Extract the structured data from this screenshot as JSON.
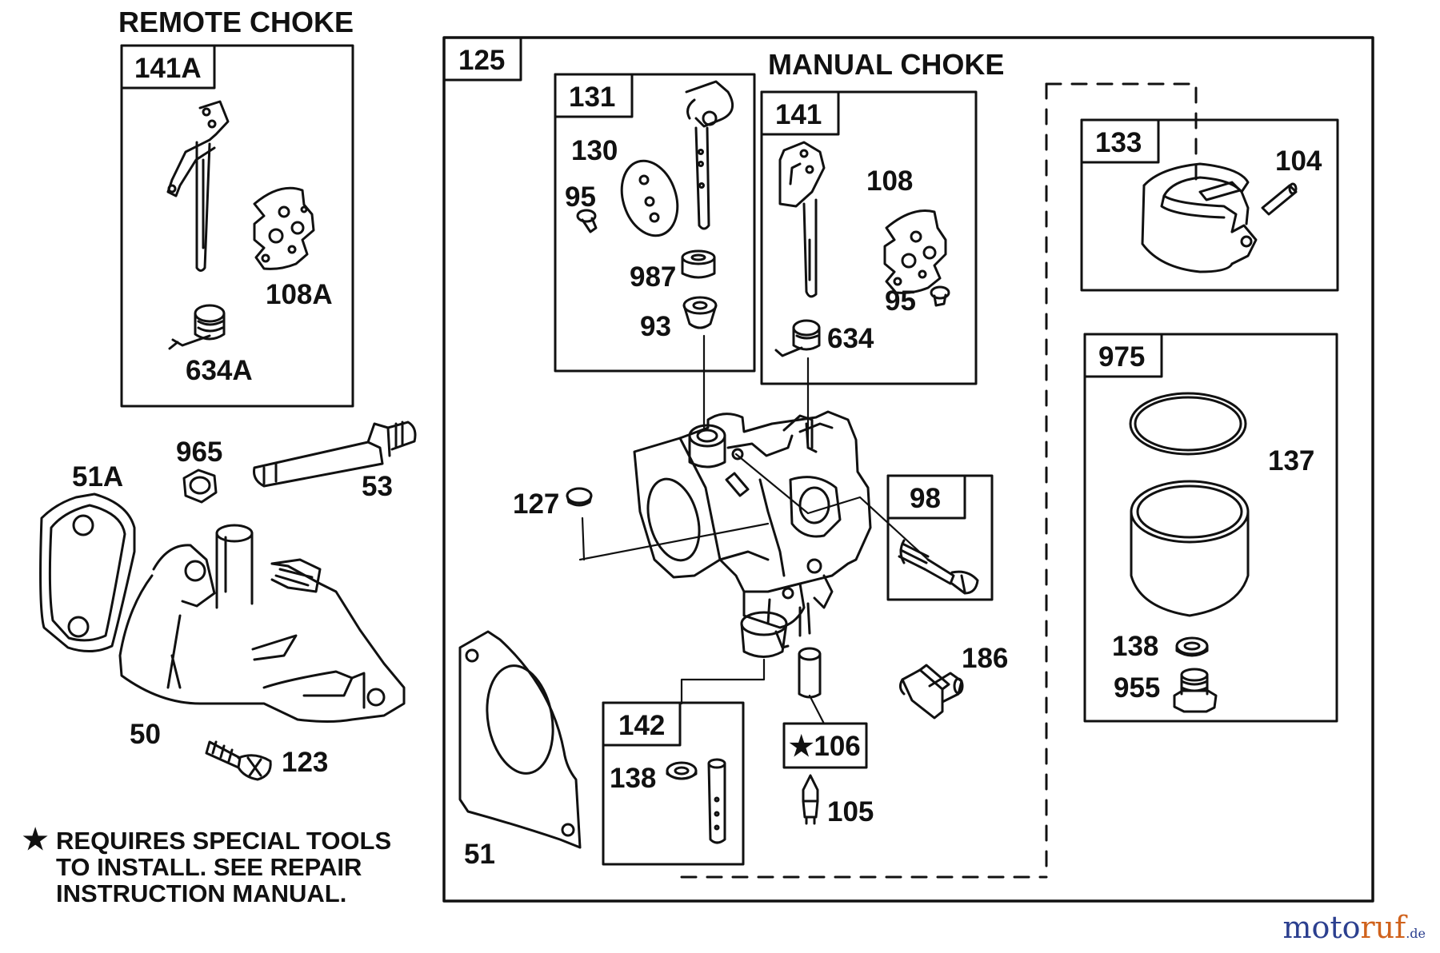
{
  "sections": {
    "remote_choke": "REMOTE CHOKE",
    "manual_choke": "MANUAL CHOKE"
  },
  "kit_boxes": {
    "b141A": "141A",
    "b125": "125",
    "b131": "131",
    "b141": "141",
    "b133": "133",
    "b975": "975",
    "b98": "98",
    "b142": "142",
    "b106": "★106"
  },
  "part_labels": {
    "p108A": "108A",
    "p634A": "634A",
    "p965": "965",
    "p51A": "51A",
    "p53": "53",
    "p50": "50",
    "p123": "123",
    "p130": "130",
    "p95a": "95",
    "p987": "987",
    "p93": "93",
    "p108": "108",
    "p95b": "95",
    "p634": "634",
    "p104": "104",
    "p137": "137",
    "p138a": "138",
    "p955": "955",
    "p127": "127",
    "p186": "186",
    "p138b": "138",
    "p105": "105",
    "p51": "51"
  },
  "note": {
    "star": "★",
    "line1": "REQUIRES SPECIAL TOOLS",
    "line2": "TO INSTALL.  SEE REPAIR",
    "line3": "INSTRUCTION MANUAL."
  },
  "watermark": {
    "part1": "moto",
    "part2": "ruf",
    "part3": ".de"
  }
}
